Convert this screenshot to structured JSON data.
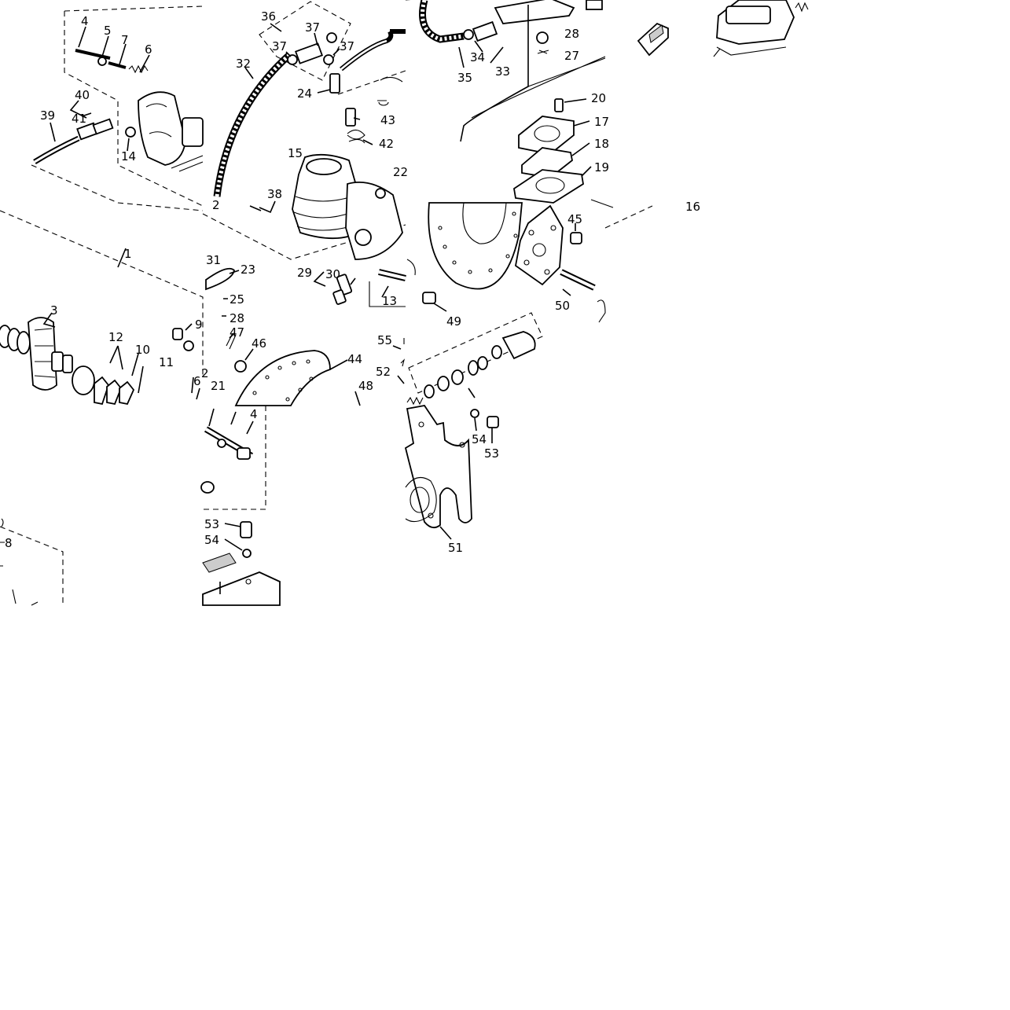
{
  "tiles": [
    {
      "key": "t1",
      "name": "tile-top-left"
    },
    {
      "key": "t2",
      "name": "tile-top-center"
    },
    {
      "key": "t3",
      "name": "tile-top-right"
    },
    {
      "key": "t4",
      "name": "tile-far-right"
    },
    {
      "key": "t5",
      "name": "tile-middle-left"
    },
    {
      "key": "t6",
      "name": "tile-middle-center"
    },
    {
      "key": "t7",
      "name": "tile-middle-right"
    },
    {
      "key": "t8",
      "name": "tile-bottom-left"
    },
    {
      "key": "t9",
      "name": "tile-bottom-center"
    },
    {
      "key": "t10",
      "name": "tile-bottom-right"
    }
  ],
  "labels": {
    "l4a": "4",
    "l5a": "5",
    "l7a": "7",
    "l6a": "6",
    "l40": "40",
    "l41": "41",
    "l39": "39",
    "l14": "14",
    "l36": "36",
    "l37a": "37",
    "l37b": "37",
    "l37c": "37",
    "l32": "32",
    "l24": "24",
    "l43": "43",
    "l42": "42",
    "l15": "15",
    "l22": "22",
    "l38": "38",
    "l2a": "2",
    "l28a": "28",
    "l27": "27",
    "l34": "34",
    "l35": "35",
    "l33": "33",
    "l20": "20",
    "l17": "17",
    "l18": "18",
    "l19": "19",
    "l16": "16",
    "l1": "1",
    "l3": "3",
    "l12": "12",
    "l10": "10",
    "l11": "11",
    "l9": "9",
    "l2b": "2",
    "l6b": "6",
    "l21": "21",
    "l31": "31",
    "l23": "23",
    "l25": "25",
    "l28b": "28",
    "l29": "29",
    "l30": "30",
    "l13": "13",
    "l47": "47",
    "l46": "46",
    "l44": "44",
    "l48": "48",
    "l45": "45",
    "l49": "49",
    "l50": "50",
    "l55": "55",
    "l52": "52",
    "l4b": "4",
    "l53a": "53",
    "l54a": "54",
    "l54b": "54",
    "l53b": "53",
    "l51": "51",
    "l8": "8"
  },
  "colors": {
    "ink": "#000000",
    "paper": "#ffffff"
  }
}
